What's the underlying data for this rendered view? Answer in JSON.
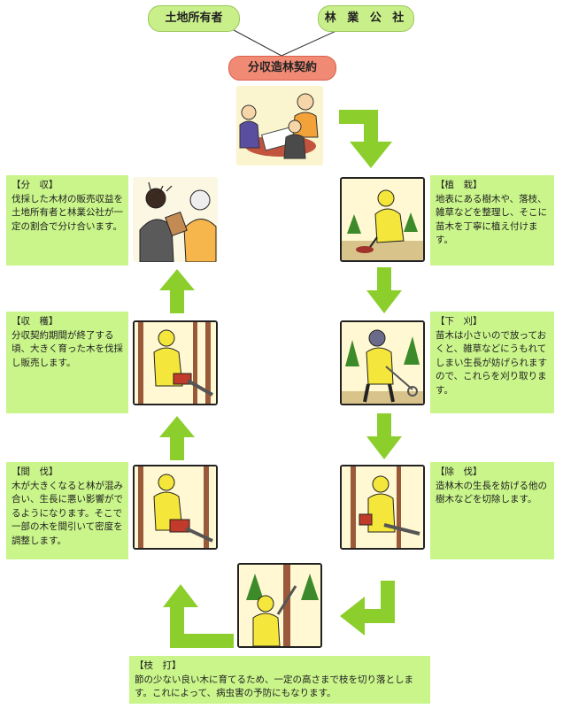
{
  "top": {
    "owner_label": "土地所有者",
    "corp_label": "林 業 公 社",
    "contract_label": "分収造林契約"
  },
  "colors": {
    "pill_green": "#c9ef8a",
    "contract_red": "#f08a75",
    "box_green": "#c9f58a",
    "arrow_green": "#8ccf2c",
    "worker_yellow": "#f4e63a"
  },
  "icons": [
    "handshake-illustration",
    "planting-illustration",
    "weeding-illustration",
    "cleaning-illustration",
    "pruning-illustration",
    "thinning-illustration",
    "harvest-illustration",
    "revenue-share-illustration",
    "flow-arrow-icon"
  ],
  "steps": {
    "planting": {
      "title": "【植　栽】",
      "text": "地表にある樹木や、落枝、雑草などを整理し、そこに苗木を丁寧に植え付けます。"
    },
    "weeding": {
      "title": "【下　刈】",
      "text": "苗木は小さいので放っておくと、雑草などにうもれてしまい生長が妨げられますので、これらを刈り取ります。"
    },
    "cleaning": {
      "title": "【除　伐】",
      "text": "造林木の生長を妨げる他の樹木などを切除します。"
    },
    "pruning": {
      "title": "【枝　打】",
      "text": "節の少ない良い木に育てるため、一定の高さまで枝を切り落とします。これによって、病虫害の予防にもなります。"
    },
    "thinning": {
      "title": "【間　伐】",
      "text": "木が大きくなると林が混み合い、生長に悪い影響がでるようになります。そこで一部の木を間引いて密度を調整します。"
    },
    "harvest": {
      "title": "【収　穫】",
      "text": "分収契約期間が終了する頃、大きく育った木を伐採し販売します。"
    },
    "share": {
      "title": "【分　収】",
      "text": "伐採した木材の販売収益を土地所有者と林業公社が一定の割合で分け合います。"
    }
  }
}
